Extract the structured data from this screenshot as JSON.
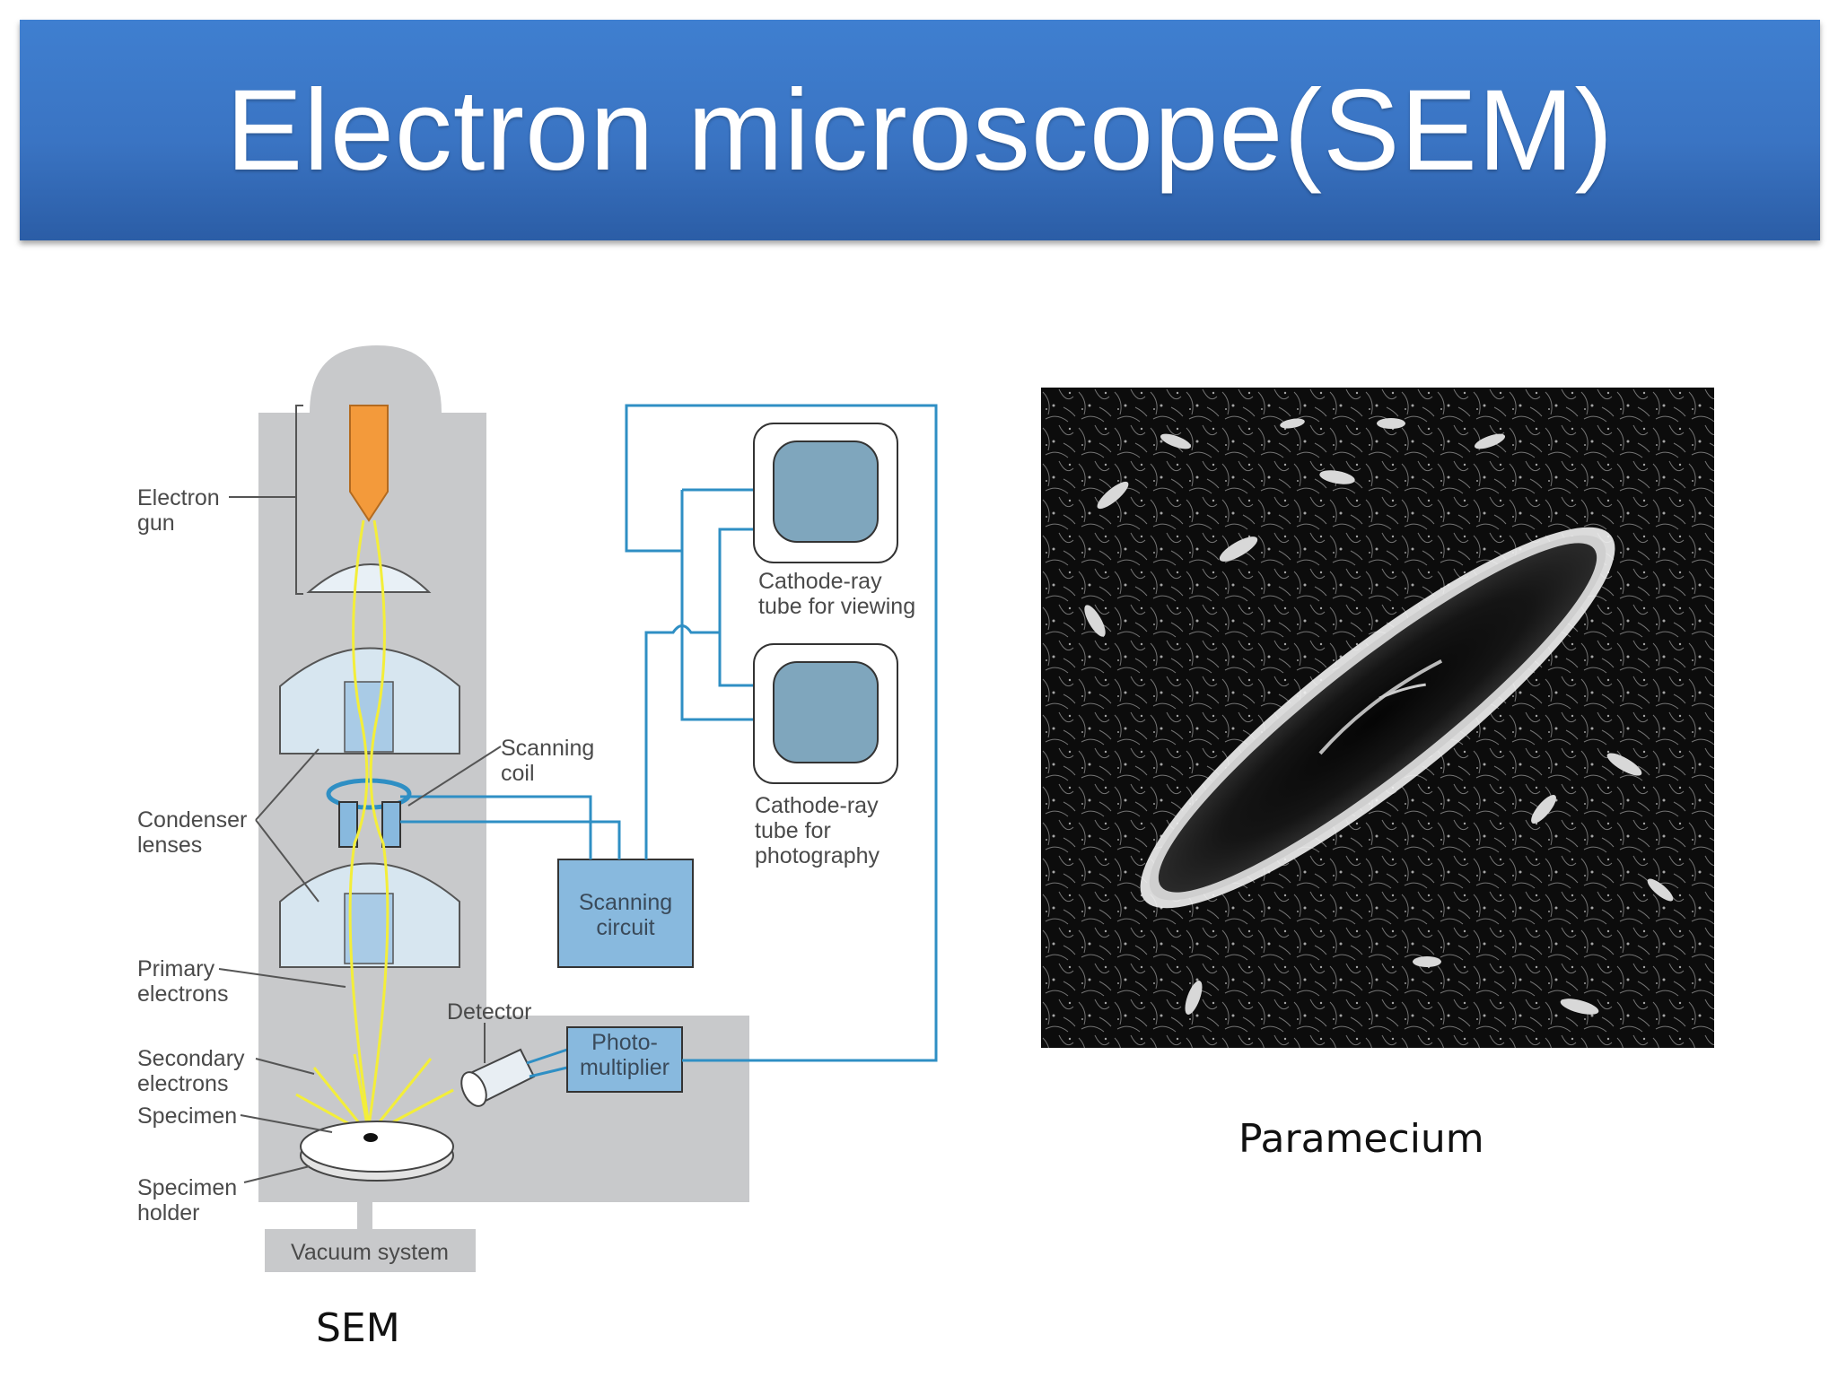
{
  "slide": {
    "title": "Electron microscope(SEM)"
  },
  "diagram": {
    "labels": {
      "electron_gun_1": "Electron",
      "electron_gun_2": "gun",
      "condenser_1": "Condenser",
      "condenser_2": "lenses",
      "scanning_coil_1": "Scanning",
      "scanning_coil_2": "coil",
      "primary_1": "Primary",
      "primary_2": "electrons",
      "secondary_1": "Secondary",
      "secondary_2": "electrons",
      "specimen": "Specimen",
      "holder_1": "Specimen",
      "holder_2": "holder",
      "detector": "Detector",
      "photomultiplier_1": "Photo-",
      "photomultiplier_2": "multiplier",
      "scanning_circuit_1": "Scanning",
      "scanning_circuit_2": "circuit",
      "crt_viewing_1": "Cathode-ray",
      "crt_viewing_2": "tube for viewing",
      "crt_photo_1": "Cathode-ray",
      "crt_photo_2": "tube for",
      "crt_photo_3": "photography",
      "vacuum": "Vacuum system"
    },
    "colors": {
      "housing": "#c8c9cb",
      "lens": "#d7e6f0",
      "lens_core": "#a9cbe6",
      "gun": "#f39a3b",
      "beam": "#f3ee3a",
      "wire": "#2f8fc4",
      "box_fill": "#88b9de",
      "screen": "#7fa6bd"
    }
  },
  "captions": {
    "left": "SEM",
    "right": "Paramecium"
  },
  "image": {
    "subject": "paramecium-sem-micrograph"
  }
}
